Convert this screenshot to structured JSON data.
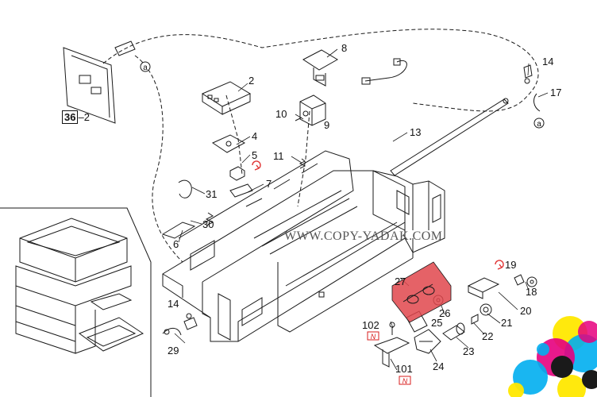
{
  "watermark": "WWW.COPY-YADAK.COM",
  "callouts": {
    "c36": "36",
    "c36_suffix": "–2",
    "c2": "2",
    "c8": "8",
    "c14a": "14",
    "c17": "17",
    "c10": "10",
    "c9": "9",
    "c13": "13",
    "c4": "4",
    "c5": "5",
    "c11": "11",
    "c31": "31",
    "c7": "7",
    "c30": "30",
    "c6": "6",
    "c19": "19",
    "c27": "27",
    "c18": "18",
    "c14b": "14",
    "c26": "26",
    "c20": "20",
    "c21": "21",
    "c102": "102",
    "c22": "22",
    "c25": "25",
    "c23": "23",
    "c29": "29",
    "c101": "101",
    "c24": "24",
    "ref_a1": "a",
    "ref_a2": "a",
    "n_mark1": "N",
    "n_mark2": "N"
  },
  "colors": {
    "highlight": "#e0474c",
    "line": "#1a1a1a",
    "ink_cyan": "#00aeef",
    "ink_magenta": "#e6007e",
    "ink_yellow": "#ffe800",
    "ink_black": "#1a1a1a",
    "cycle_icon": "#e03030",
    "n_mark": "#d81e1e"
  }
}
